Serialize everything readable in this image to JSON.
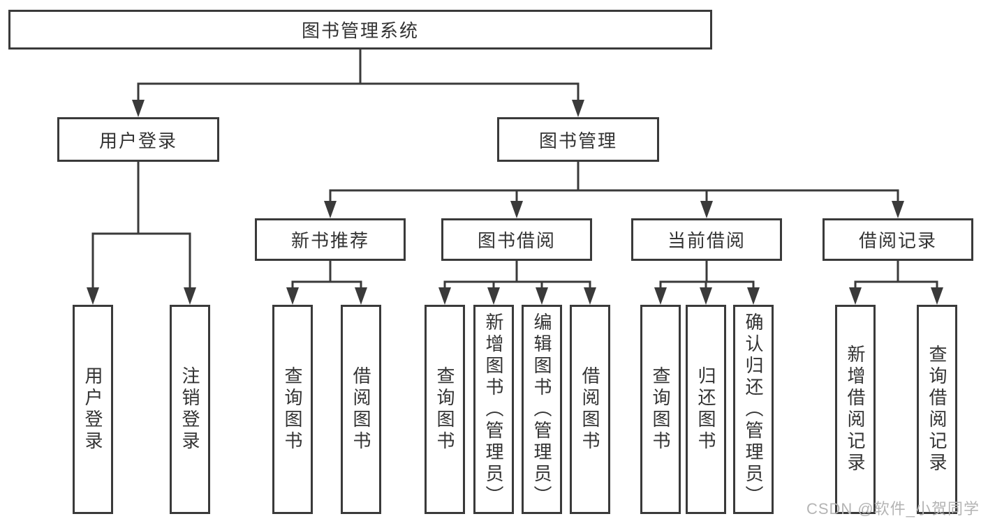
{
  "tree": {
    "root": {
      "label": "图书管理系统"
    },
    "level2": [
      {
        "label": "用户登录"
      },
      {
        "label": "图书管理"
      }
    ],
    "level3": [
      {
        "label": "新书推荐",
        "parent": "图书管理"
      },
      {
        "label": "图书借阅",
        "parent": "图书管理"
      },
      {
        "label": "当前借阅",
        "parent": "图书管理"
      },
      {
        "label": "借阅记录",
        "parent": "图书管理"
      }
    ],
    "leaves": [
      {
        "label": "用户登录",
        "parent": "用户登录"
      },
      {
        "label": "注销登录",
        "parent": "用户登录"
      },
      {
        "label": "查询图书",
        "parent": "新书推荐"
      },
      {
        "label": "借阅图书",
        "parent": "新书推荐"
      },
      {
        "label": "查询图书",
        "parent": "图书借阅"
      },
      {
        "label": "新增图书（管理员）",
        "parent": "图书借阅"
      },
      {
        "label": "编辑图书（管理员）",
        "parent": "图书借阅"
      },
      {
        "label": "借阅图书",
        "parent": "图书借阅"
      },
      {
        "label": "查询图书",
        "parent": "当前借阅"
      },
      {
        "label": "归还图书",
        "parent": "当前借阅"
      },
      {
        "label": "确认归还（管理员）",
        "parent": "当前借阅"
      },
      {
        "label": "新增借阅记录",
        "parent": "借阅记录"
      },
      {
        "label": "查询借阅记录",
        "parent": "借阅记录"
      }
    ]
  },
  "watermark": {
    "text": "CSDN @软件_小贺同学"
  },
  "colors": {
    "line": "#3a3a3a",
    "text": "#333333",
    "watermark": "#b4b4b4",
    "background": "#ffffff"
  }
}
